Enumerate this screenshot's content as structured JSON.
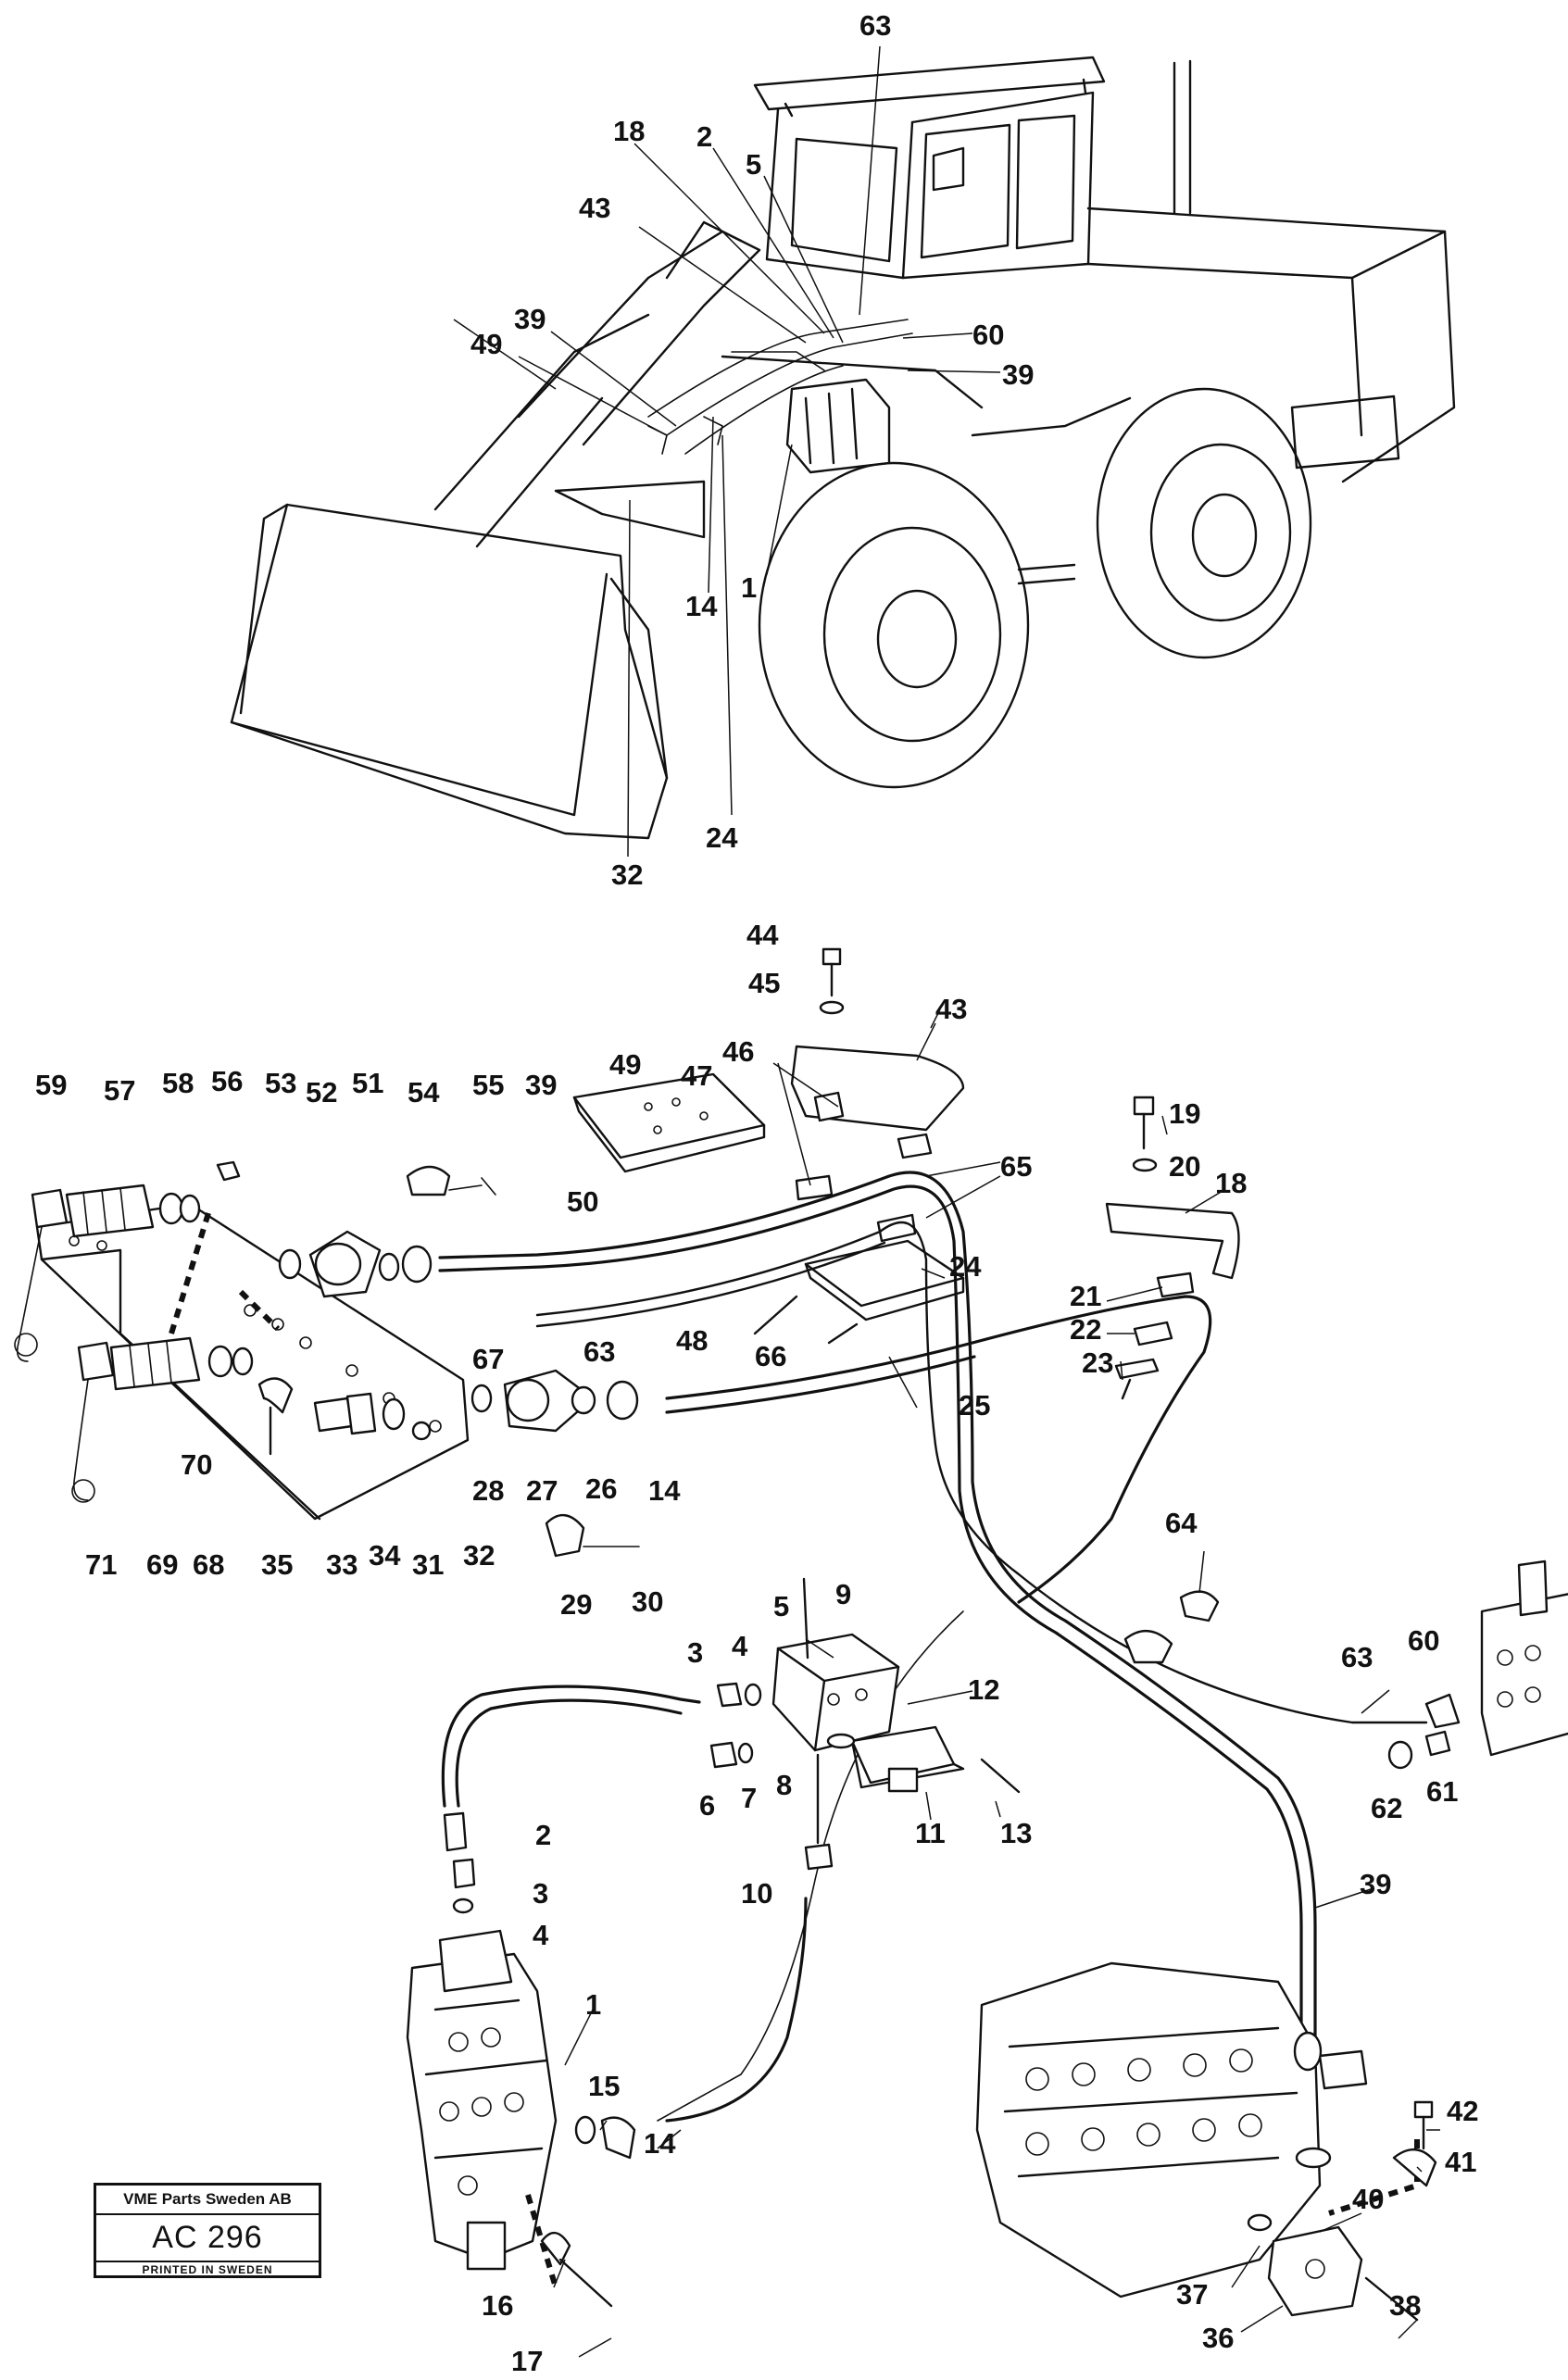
{
  "stamp": {
    "company": "VME Parts Sweden AB",
    "code": "AC 296",
    "printed": "PRINTED IN SWEDEN"
  },
  "overview_callouts": [
    {
      "id": "ov-63",
      "text": "63"
    },
    {
      "id": "ov-18",
      "text": "18"
    },
    {
      "id": "ov-2",
      "text": "2"
    },
    {
      "id": "ov-5",
      "text": "5"
    },
    {
      "id": "ov-43",
      "text": "43"
    },
    {
      "id": "ov-39a",
      "text": "39"
    },
    {
      "id": "ov-49",
      "text": "49"
    },
    {
      "id": "ov-60",
      "text": "60"
    },
    {
      "id": "ov-39b",
      "text": "39"
    },
    {
      "id": "ov-1",
      "text": "1"
    },
    {
      "id": "ov-14",
      "text": "14"
    },
    {
      "id": "ov-24",
      "text": "24"
    },
    {
      "id": "ov-32",
      "text": "32"
    }
  ],
  "detail_callouts": [
    "44",
    "45",
    "43",
    "59",
    "57",
    "58",
    "56",
    "53",
    "52",
    "51",
    "54",
    "55",
    "39",
    "49",
    "47",
    "46",
    "65",
    "19",
    "20",
    "18",
    "50",
    "24",
    "48",
    "66",
    "67",
    "63",
    "21",
    "22",
    "23",
    "25",
    "71",
    "69",
    "68",
    "70",
    "35",
    "33",
    "34",
    "31",
    "32",
    "28",
    "27",
    "26",
    "14",
    "64",
    "29",
    "30",
    "9",
    "5",
    "3",
    "4",
    "12",
    "60",
    "63",
    "6",
    "7",
    "8",
    "11",
    "13",
    "61",
    "62",
    "2",
    "3",
    "4",
    "10",
    "39",
    "1",
    "15",
    "14",
    "42",
    "41",
    "40",
    "16",
    "17",
    "37",
    "38",
    "36"
  ]
}
